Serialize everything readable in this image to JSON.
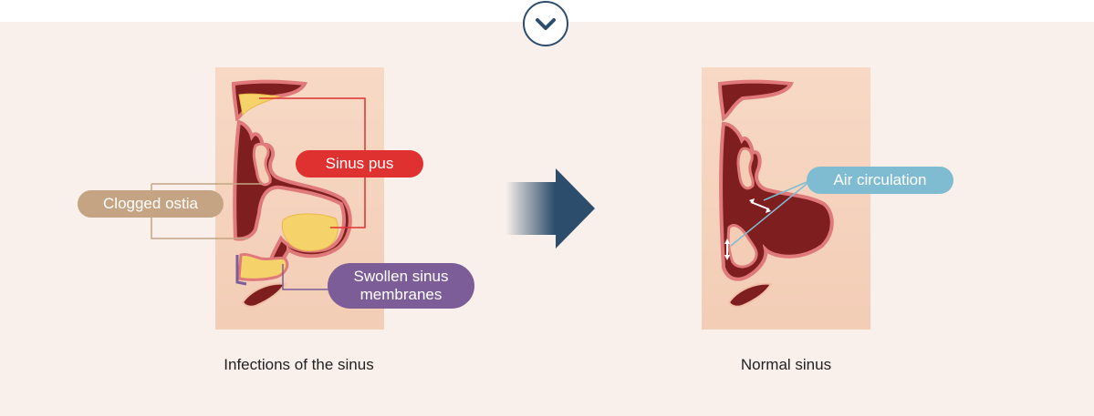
{
  "labels": {
    "sinus_pus": "Sinus pus",
    "clogged_ostia": "Clogged ostia",
    "swollen_line1": "Swollen sinus",
    "swollen_line2": "membranes",
    "air_circulation": "Air circulation"
  },
  "captions": {
    "infected": "Infections of the sinus",
    "normal": "Normal sinus"
  },
  "colors": {
    "background": "#f9f0eb",
    "skin": "#f6d6c2",
    "cavity": "#7e1e1e",
    "tissue_outline": "#e07a7a",
    "pus": "#f5d36a",
    "sinus_pus": "#e03131",
    "clogged_ostia": "#c4a483",
    "swollen": "#7d5d97",
    "air_circulation": "#7fbcd2",
    "arrow": "#2c4d6b",
    "chevron": "#2c4d6b"
  },
  "icons": {
    "top": "chevron-down-icon",
    "middle": "arrow-right-icon"
  }
}
